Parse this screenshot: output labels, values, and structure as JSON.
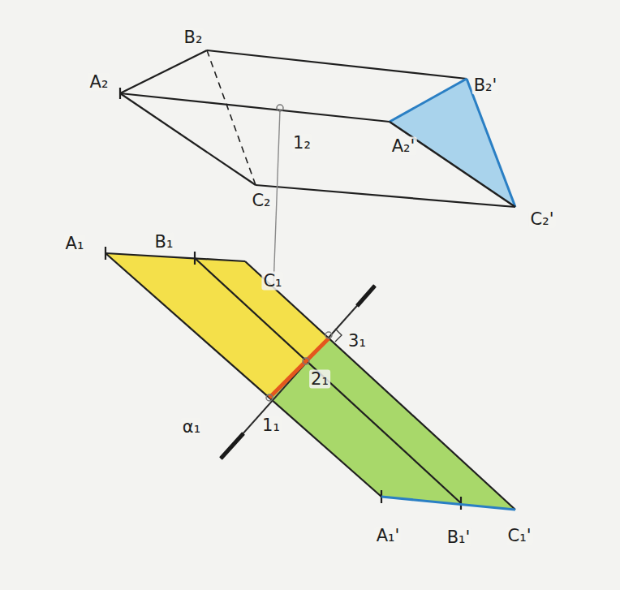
{
  "diagram": {
    "labels": [
      "A₂",
      "B₂",
      "1₂",
      "C₂",
      "B₂'",
      "A₂'",
      "C₂'",
      "A₁",
      "B₁",
      "C₁",
      "3₁",
      "2₁",
      "α₁",
      "1₁",
      "A₁'",
      "B₁'",
      "C₁'"
    ]
  }
}
